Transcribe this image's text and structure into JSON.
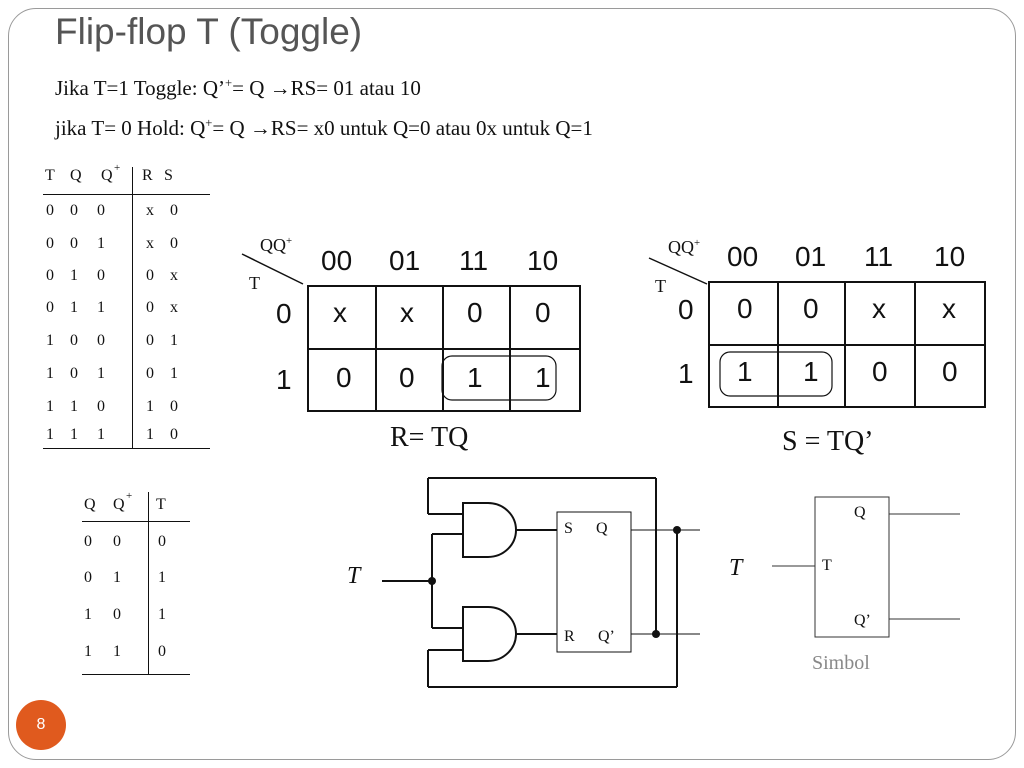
{
  "slide": {
    "title": "Flip-flop T (Toggle)",
    "line1": {
      "a": "Jika T=1 Toggle: Q’",
      "sup": "+",
      "b": "= Q →RS= 01 atau 10"
    },
    "line2": {
      "a": "jika T= 0 Hold: Q",
      "sup": "+",
      "b": "= Q   →RS= x0 untuk Q=0 atau 0x untuk Q=1"
    },
    "page_number": "8"
  },
  "table1": {
    "headers": [
      "T",
      "Q",
      "Q",
      "+",
      "R",
      "S"
    ],
    "rows": [
      [
        "0",
        "0",
        "0",
        "x",
        "0"
      ],
      [
        "0",
        "0",
        "1",
        "x",
        "0"
      ],
      [
        "0",
        "1",
        "0",
        "0",
        "x"
      ],
      [
        "0",
        "1",
        "1",
        "0",
        "x"
      ],
      [
        "1",
        "0",
        "0",
        "0",
        "1"
      ],
      [
        "1",
        "0",
        "1",
        "0",
        "1"
      ],
      [
        "1",
        "1",
        "0",
        "1",
        "0"
      ],
      [
        "1",
        "1",
        "1",
        "1",
        "0"
      ]
    ]
  },
  "table2": {
    "headers": [
      "Q",
      "Q",
      "+",
      "T"
    ],
    "rows": [
      [
        "0",
        "0",
        "0"
      ],
      [
        "0",
        "1",
        "1"
      ],
      [
        "1",
        "0",
        "1"
      ],
      [
        "1",
        "1",
        "0"
      ]
    ]
  },
  "kmapR": {
    "corner_top": "QQ",
    "corner_sup": "+",
    "corner_left": "T",
    "cols": [
      "00",
      "01",
      "11",
      "10"
    ],
    "rowlabels": [
      "0",
      "1"
    ],
    "row0": [
      "x",
      "x",
      "0",
      "0"
    ],
    "row1": [
      "0",
      "0",
      "1",
      "1"
    ],
    "equation": "R= TQ"
  },
  "kmapS": {
    "corner_top": "QQ",
    "corner_sup": "+",
    "corner_left": "T",
    "cols": [
      "00",
      "01",
      "11",
      "10"
    ],
    "rowlabels": [
      "0",
      "1"
    ],
    "row0": [
      "0",
      "0",
      "x",
      "x"
    ],
    "row1": [
      "1",
      "1",
      "0",
      "0"
    ],
    "equation": "S = TQ’"
  },
  "circuit": {
    "input": "T",
    "s": "S",
    "q": "Q",
    "r": "R",
    "qbar": "Q’"
  },
  "symbol": {
    "input": "T",
    "t": "T",
    "q": "Q",
    "qbar": "Q’",
    "caption": "Simbol"
  }
}
